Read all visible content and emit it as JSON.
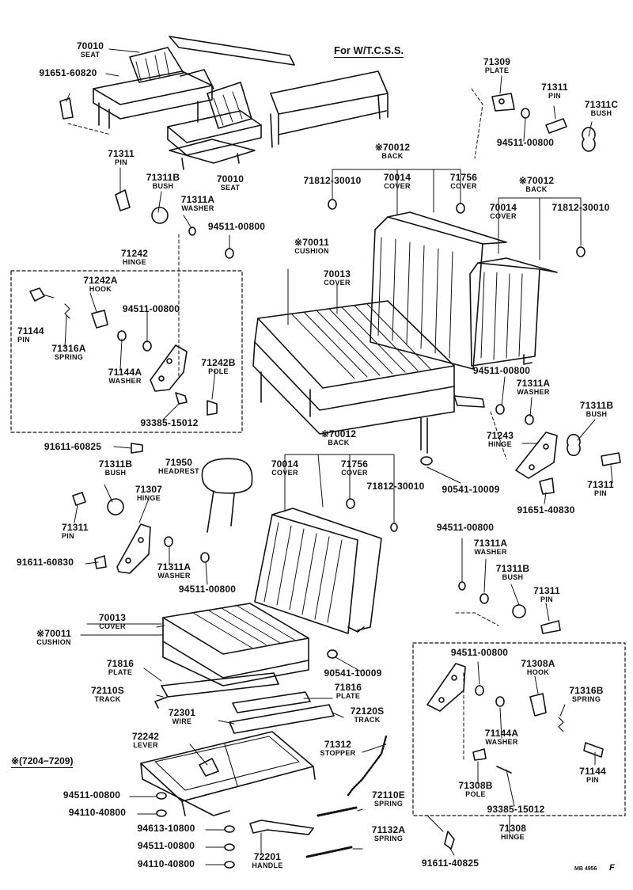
{
  "notes": {
    "variant": "For W/T.C.S.S.",
    "model_range": "※(7204−7209)",
    "footer_code": "MB 4956",
    "footer_mark": "F"
  },
  "labels": [
    {
      "id": "l01",
      "pn": "70010",
      "nm": "SEAT"
    },
    {
      "id": "l02",
      "pn": "91651-60820",
      "nm": ""
    },
    {
      "id": "l03",
      "pn": "71311",
      "nm": "PIN"
    },
    {
      "id": "l04",
      "pn": "71311B",
      "nm": "BUSH"
    },
    {
      "id": "l05",
      "pn": "70010",
      "nm": "SEAT"
    },
    {
      "id": "l06",
      "pn": "71311A",
      "nm": "WASHER"
    },
    {
      "id": "l07",
      "pn": "94511-00800",
      "nm": ""
    },
    {
      "id": "l08",
      "pn": "71242",
      "nm": "HINGE"
    },
    {
      "id": "l09",
      "pn": "71242A",
      "nm": "HOOK"
    },
    {
      "id": "l10",
      "pn": "94511-00800",
      "nm": ""
    },
    {
      "id": "l11",
      "pn": "71144",
      "nm": "PIN"
    },
    {
      "id": "l12",
      "pn": "71316A",
      "nm": "SPRING"
    },
    {
      "id": "l13",
      "pn": "71144A",
      "nm": "WASHER"
    },
    {
      "id": "l14",
      "pn": "71242B",
      "nm": "POLE"
    },
    {
      "id": "l15",
      "pn": "93385-15012",
      "nm": ""
    },
    {
      "id": "l16",
      "pn": "91611-60825",
      "nm": ""
    },
    {
      "id": "l17",
      "pn": "71309",
      "nm": "PLATE"
    },
    {
      "id": "l18",
      "pn": "71311",
      "nm": "PIN"
    },
    {
      "id": "l19",
      "pn": "71311C",
      "nm": "BUSH"
    },
    {
      "id": "l20",
      "pn": "94511-00800",
      "nm": ""
    },
    {
      "id": "l21",
      "pn": "※70012",
      "nm": "BACK"
    },
    {
      "id": "l22",
      "pn": "71812-30010",
      "nm": ""
    },
    {
      "id": "l23",
      "pn": "70014",
      "nm": "COVER"
    },
    {
      "id": "l24",
      "pn": "71756",
      "nm": "COVER"
    },
    {
      "id": "l25",
      "pn": "※70012",
      "nm": "BACK"
    },
    {
      "id": "l26",
      "pn": "70014",
      "nm": "COVER"
    },
    {
      "id": "l27",
      "pn": "71812-30010",
      "nm": ""
    },
    {
      "id": "l28",
      "pn": "※70011",
      "nm": "CUSHION"
    },
    {
      "id": "l29",
      "pn": "70013",
      "nm": "COVER"
    },
    {
      "id": "l30",
      "pn": "94511-00800",
      "nm": ""
    },
    {
      "id": "l31",
      "pn": "71311A",
      "nm": "WASHER"
    },
    {
      "id": "l32",
      "pn": "71311B",
      "nm": "BUSH"
    },
    {
      "id": "l33",
      "pn": "71243",
      "nm": "HINGE"
    },
    {
      "id": "l34",
      "pn": "71311",
      "nm": "PIN"
    },
    {
      "id": "l35",
      "pn": "91651-40830",
      "nm": ""
    },
    {
      "id": "l36",
      "pn": "90541-10009",
      "nm": ""
    },
    {
      "id": "l37",
      "pn": "※70012",
      "nm": "BACK"
    },
    {
      "id": "l38",
      "pn": "70014",
      "nm": "COVER"
    },
    {
      "id": "l39",
      "pn": "71756",
      "nm": "COVER"
    },
    {
      "id": "l40",
      "pn": "71812-30010",
      "nm": ""
    },
    {
      "id": "l41",
      "pn": "71311B",
      "nm": "BUSH"
    },
    {
      "id": "l42",
      "pn": "71950",
      "nm": "HEADREST"
    },
    {
      "id": "l43",
      "pn": "71307",
      "nm": "HINGE"
    },
    {
      "id": "l44",
      "pn": "71311",
      "nm": "PIN"
    },
    {
      "id": "l45",
      "pn": "91611-60830",
      "nm": ""
    },
    {
      "id": "l46",
      "pn": "71311A",
      "nm": "WASHER"
    },
    {
      "id": "l47",
      "pn": "94511-00800",
      "nm": ""
    },
    {
      "id": "l48",
      "pn": "94511-00800",
      "nm": ""
    },
    {
      "id": "l49",
      "pn": "71311A",
      "nm": "WASHER"
    },
    {
      "id": "l50",
      "pn": "71311B",
      "nm": "BUSH"
    },
    {
      "id": "l51",
      "pn": "71311",
      "nm": "PIN"
    },
    {
      "id": "l52",
      "pn": "70013",
      "nm": "COVER"
    },
    {
      "id": "l53",
      "pn": "※70011",
      "nm": "CUSHION"
    },
    {
      "id": "l54",
      "pn": "71816",
      "nm": "PLATE"
    },
    {
      "id": "l55",
      "pn": "90541-10009",
      "nm": ""
    },
    {
      "id": "l56",
      "pn": "72110S",
      "nm": "TRACK"
    },
    {
      "id": "l57",
      "pn": "71816",
      "nm": "PLATE"
    },
    {
      "id": "l58",
      "pn": "72301",
      "nm": "WIRE"
    },
    {
      "id": "l59",
      "pn": "72120S",
      "nm": "TRACK"
    },
    {
      "id": "l60",
      "pn": "72242",
      "nm": "LEVER"
    },
    {
      "id": "l61",
      "pn": "71312",
      "nm": "STOPPER"
    },
    {
      "id": "l62",
      "pn": "94511-00800",
      "nm": ""
    },
    {
      "id": "l63",
      "pn": "94110-40800",
      "nm": ""
    },
    {
      "id": "l64",
      "pn": "72110E",
      "nm": "SPRING"
    },
    {
      "id": "l65",
      "pn": "94613-10800",
      "nm": ""
    },
    {
      "id": "l66",
      "pn": "71132A",
      "nm": "SPRING"
    },
    {
      "id": "l67",
      "pn": "94511-00800",
      "nm": ""
    },
    {
      "id": "l68",
      "pn": "72201",
      "nm": "HANDLE"
    },
    {
      "id": "l69",
      "pn": "94110-40800",
      "nm": ""
    },
    {
      "id": "l70",
      "pn": "94511-00800",
      "nm": ""
    },
    {
      "id": "l71",
      "pn": "71308A",
      "nm": "HOOK"
    },
    {
      "id": "l72",
      "pn": "71316B",
      "nm": "SPRING"
    },
    {
      "id": "l73",
      "pn": "71144A",
      "nm": "WASHER"
    },
    {
      "id": "l74",
      "pn": "71308B",
      "nm": "POLE"
    },
    {
      "id": "l75",
      "pn": "71144",
      "nm": "PIN"
    },
    {
      "id": "l76",
      "pn": "93385-15012",
      "nm": ""
    },
    {
      "id": "l77",
      "pn": "71308",
      "nm": "HINGE"
    },
    {
      "id": "l78",
      "pn": "91611-40825",
      "nm": ""
    }
  ]
}
